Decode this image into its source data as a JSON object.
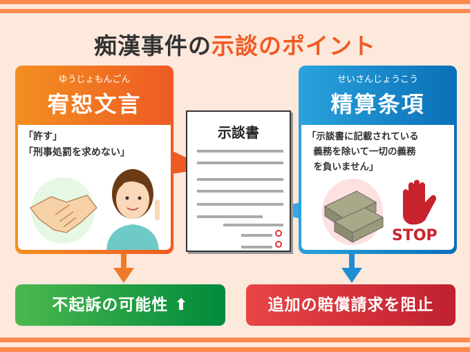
{
  "title": {
    "part1": "痴漢事件の",
    "part2": "示談のポイント"
  },
  "left_card": {
    "furigana": "ゆうじょもんごん",
    "heading": "宥恕文言",
    "quote": "「許す」\n「刑事処罰を求めない」"
  },
  "document": {
    "title": "示談書"
  },
  "right_card": {
    "furigana": "せいさんじょうこう",
    "heading": "精算条項",
    "quote": "「示談書に記載されている\n  義務を除いて一切の義務\n  を負いません」",
    "stop_label": "STOP"
  },
  "results": {
    "left": "不起訴の可能性",
    "right": "追加の賠償請求を阻止"
  },
  "colors": {
    "orange": "#ee5a24",
    "blue": "#0a6fb8",
    "green": "#008a3c",
    "red": "#c02030"
  }
}
